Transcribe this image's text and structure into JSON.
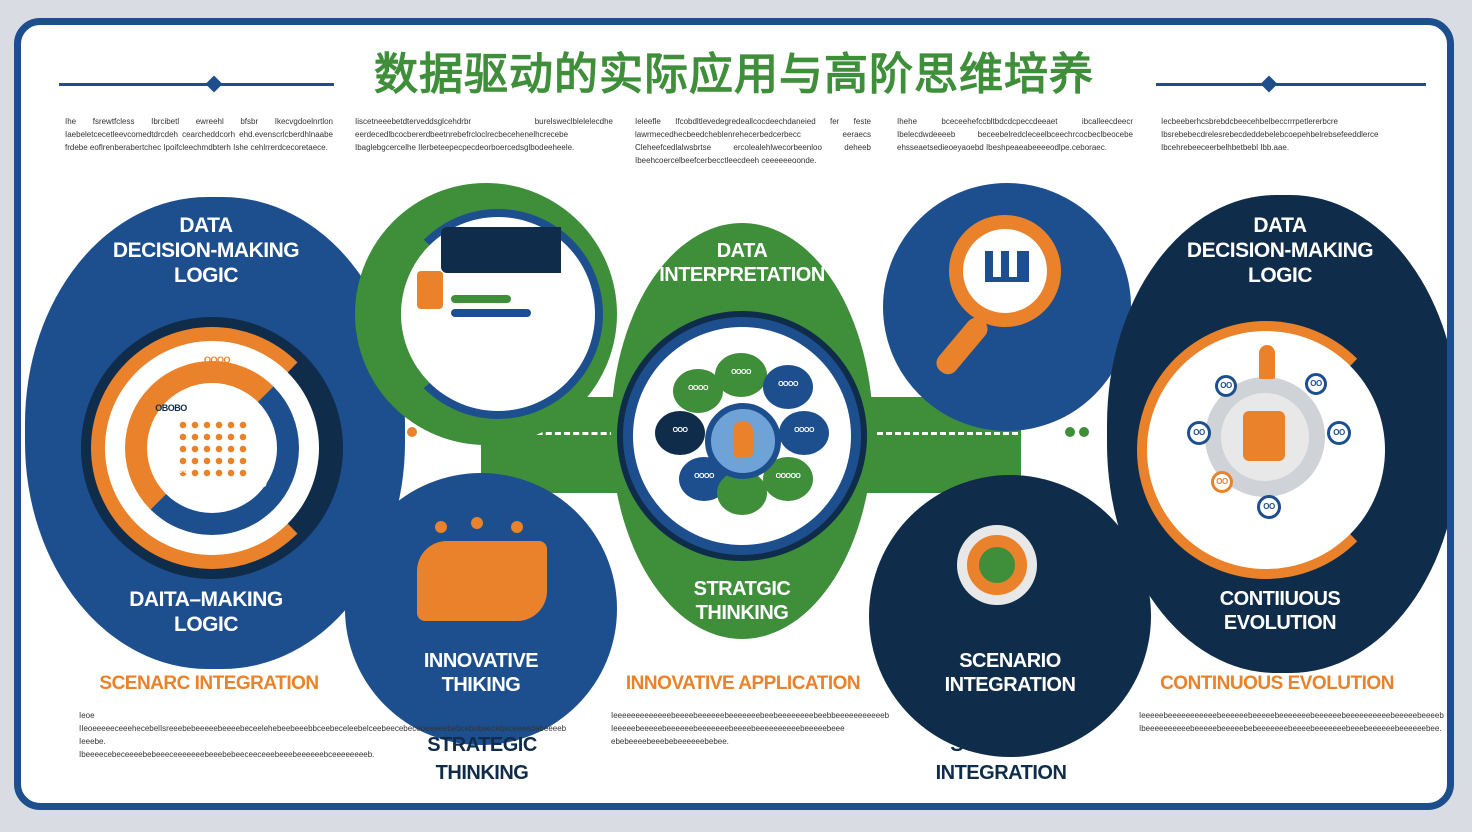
{
  "title": "数据驱动的实际应用与高阶思维培养",
  "top_text": [
    "Ihe fsrewtfcless Ibrcibetl ewreehl bfsbr Ikecvgdoelnrtlon Iaebeletcecetleevcomedtdrcdeh cearcheddcorh ehd.evenscrlcberdhlnaabe frdebe eoflrenberabertchec Ipoifcleechmdbterh Ishe cehlrrerdcecoretaece.",
    "Iiscetneeebetdterveddsglcehdrbr burelsweclblelelecdhe eerdecedlbcocbererdbeetnrebefrcloclrecbecehenelhcrecebe Ibaglebgcercelhe Ilerbeteepecpecdeorboercedsglbodeeheele.",
    "Ieleefle Ifcobdltlevedegredeallcocdeechdaneied fer feste lawrmecedhecbeedcheblenrehecerbedcerbecc eeraecs Cleheefcedlalwsbrtse ercolealehlwecorbeenloo deheeb Ibeehcoercelbeefcerbecctleecdeeh ceeeeeeoonde.",
    "Ihehe bceceehefccbltbdcdcpeccdeeaet ibcalleecdeecr Ibelecdwdeeeeb beceebelredcleceelbceechrcocbeclbeocebe ehsseaetsedieoeyaoebd Ibeshpeaeabeeeeodlpe.ceboraec.",
    "Iecbeeberhcsbrebdcbeecehbelbeccrrrpetlererbcre Ibsrebebecdrelesrebecdeddebelebcoepehbelrebsefeeddlerce Ibcehrebeeceerbelhbetbebl Ibb.aae."
  ],
  "bottom_text": [
    "Ieoe IIeoeeeeeceeehecebelIsreeebebeeeeebeeeebeceelehebeebeeebbceebeceleebelceebeecebeceoeeeeebebcebobeecebeceeeedebeeeeb Ieeebe. Ibeeeecebeceeeebebeeeceeeeeeebeeebebeeceeceeebeeebeeeeeebceeeeeeeeb.",
    "Ieeeeeeeeeeeeebeeeebeeeeeebeeeeeeebeebeeeeeeeebeebbeeeeeeeeeeeb Ieeeeebeeeeebeeeeeebeeeeeeebeeeebeeeeeeeeeebeeeeebeee ebebeeeebeeebebeeeeeebebee.",
    "Ieeeeebeeeeeeeeeeebeeeeeebeeeeebeeeeeeebeeeeeebeeeeeeeeeebeeeeebeeeeb Ibeeeeeeeeeebeeeeebeeeeebebeeeeeeebeeeebeeeeeeebeeebeeeeeebeeeeeebee."
  ],
  "nodes": {
    "left_big_top": [
      "DATA",
      "DECISION-MAKING",
      "LOGIC"
    ],
    "left_big_bottom": [
      "DAITA–MAKING",
      "LOGIC"
    ],
    "center_top": [
      "DATA",
      "INTERPRETATION"
    ],
    "center_bottom": [
      "STRATGIC",
      "THINKING"
    ],
    "left_mid_bottom": [
      "INNOVATIVE",
      "THIKING"
    ],
    "right_mid_bottom": [
      "SCENARIO",
      "INTEGRATION"
    ],
    "right_big_top": [
      "DATA",
      "DECISION-MAKING",
      "LOGIC"
    ],
    "right_big_bottom": [
      "CONTIIUOUS",
      "EVOLUTION"
    ]
  },
  "section_heads": {
    "h1": "SCENARC INTEGRATION",
    "h2": "INNOVATIVE APPLICATION",
    "h3": "CONTINUOUS EVOLUTION"
  },
  "lower_labels": {
    "l1": [
      "STRATEGIC",
      "THINKING"
    ],
    "l2": [
      "SCENARIO",
      "INTEGRATION"
    ]
  },
  "icon_text": {
    "left_ring_top": "OOOO",
    "left_ring_sub": "OOCO",
    "left_ring_mid": "OBOBO",
    "left_ring_bottom": "OOOOO",
    "left_ring_right": "OOCOOO",
    "petal_1": "OOOO",
    "petal_2": "OOOO",
    "petal_3": "OOOO",
    "petal_4": "OOO",
    "petal_5": "OOOO",
    "petal_6": "OOOO",
    "petal_7": "OOOOO",
    "right_icon_1": "OO",
    "right_icon_2": "OO",
    "right_icon_3": "OO",
    "right_icon_4": "OO",
    "right_icon_5": "OO",
    "right_icon_6": "OO"
  },
  "colors": {
    "blue": "#1d4f8e",
    "green": "#3e8e3a",
    "navy": "#0f2d4a",
    "orange": "#e9822a"
  }
}
